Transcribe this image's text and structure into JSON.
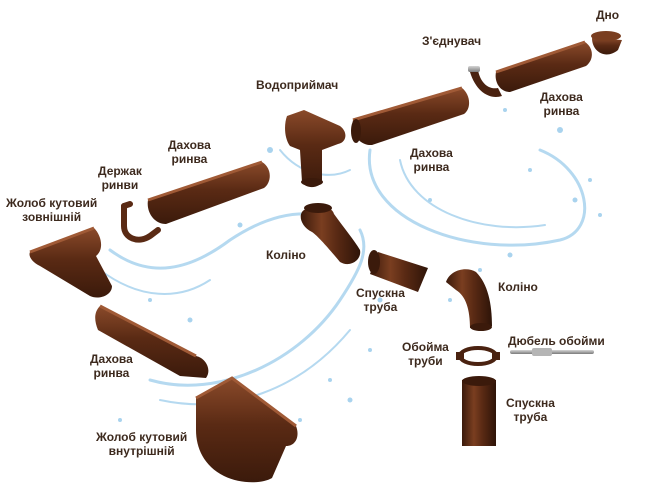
{
  "colors": {
    "gutter": "#5a2a14",
    "gutter_light": "#8a4a2a",
    "gutter_dark": "#3b1a0b",
    "water": "#a9d3ee",
    "label": "#3d2a1e",
    "dowel": "#9a9a9a"
  },
  "labels": {
    "dno": "Дно",
    "connector": "З'єднувач",
    "gutter_top_right": [
      "Дахова",
      "ринва"
    ],
    "funnel": "Водоприймач",
    "gutter_mid_right": [
      "Дахова",
      "ринва"
    ],
    "gutter_top_left": [
      "Дахова",
      "ринва"
    ],
    "bracket": [
      "Держак",
      "ринви"
    ],
    "outer_corner": [
      "Жолоб кутовий",
      "зовнішній"
    ],
    "elbow_left": "Коліно",
    "downpipe_mid": [
      "Спускна",
      "труба"
    ],
    "elbow_right": "Коліно",
    "pipe_clamp": [
      "Обойма",
      "труби"
    ],
    "clamp_dowel": "Дюбель обойми",
    "gutter_bottom": [
      "Дахова",
      "ринва"
    ],
    "downpipe_bottom": [
      "Спускна",
      "труба"
    ],
    "inner_corner": [
      "Жолоб кутовий",
      "внутрішній"
    ]
  }
}
